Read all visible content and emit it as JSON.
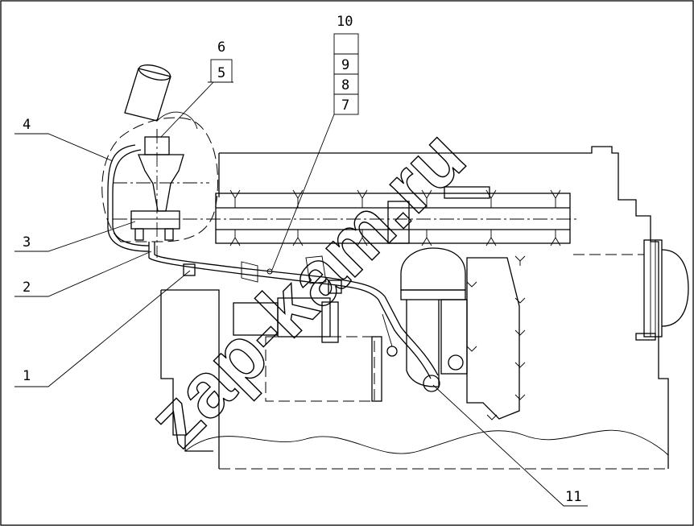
{
  "watermark": "zap-kam.ru",
  "callouts": {
    "c1": "1",
    "c2": "2",
    "c3": "3",
    "c4": "4",
    "c5": "5",
    "c6": "6",
    "c7": "7",
    "c8": "8",
    "c9": "9",
    "c10": "10",
    "c11": "11"
  }
}
